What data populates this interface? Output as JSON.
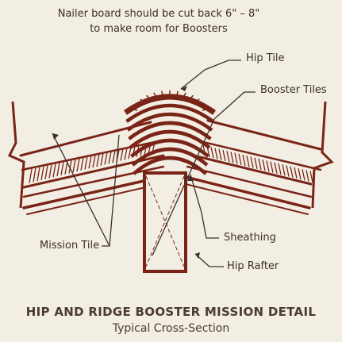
{
  "diagram": {
    "note_line1": "Nailer board should be cut back 6\" – 8\"",
    "note_line2": "to make room for Boosters",
    "callouts": {
      "hip_tile": "Hip Tile",
      "booster_tiles": "Booster Tiles",
      "mission_tile": "Mission Tile",
      "sheathing": "Sheathing",
      "hip_rafter": "Hip Rafter"
    },
    "title": "HIP AND RIDGE BOOSTER MISSION DETAIL",
    "subtitle": "Typical Cross-Section",
    "colors": {
      "background": "#f2eee3",
      "drawing": "#7a2418",
      "text": "#3a302a",
      "title": "#4b3a35"
    }
  }
}
